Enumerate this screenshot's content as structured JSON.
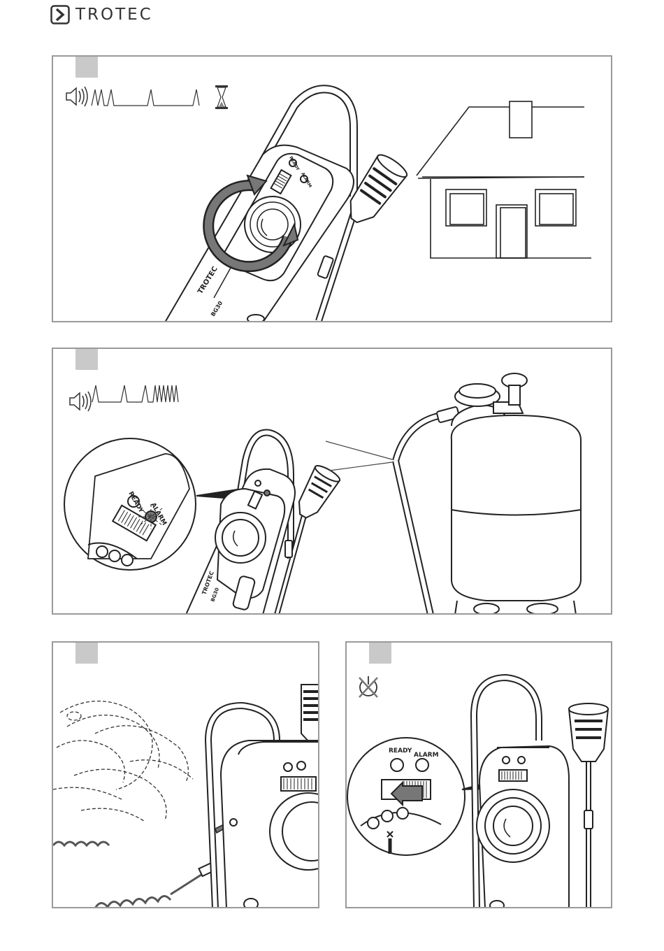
{
  "brand": {
    "name": "TROTEC"
  },
  "figures": [
    {
      "id": "fig-1",
      "device_brand": "TROTEC",
      "device_model": "BG30"
    },
    {
      "id": "fig-2",
      "device_brand": "TROTEC",
      "device_model": "BG30",
      "leds": {
        "ready": "READY",
        "alarm": "ALARM"
      }
    },
    {
      "id": "fig-3"
    },
    {
      "id": "fig-4",
      "leds": {
        "ready": "READY",
        "alarm": "ALARM"
      }
    }
  ],
  "icons": {
    "sound": "speaker-icon",
    "waiting": "hourglass-icon",
    "power_off": "power-off-icon"
  }
}
